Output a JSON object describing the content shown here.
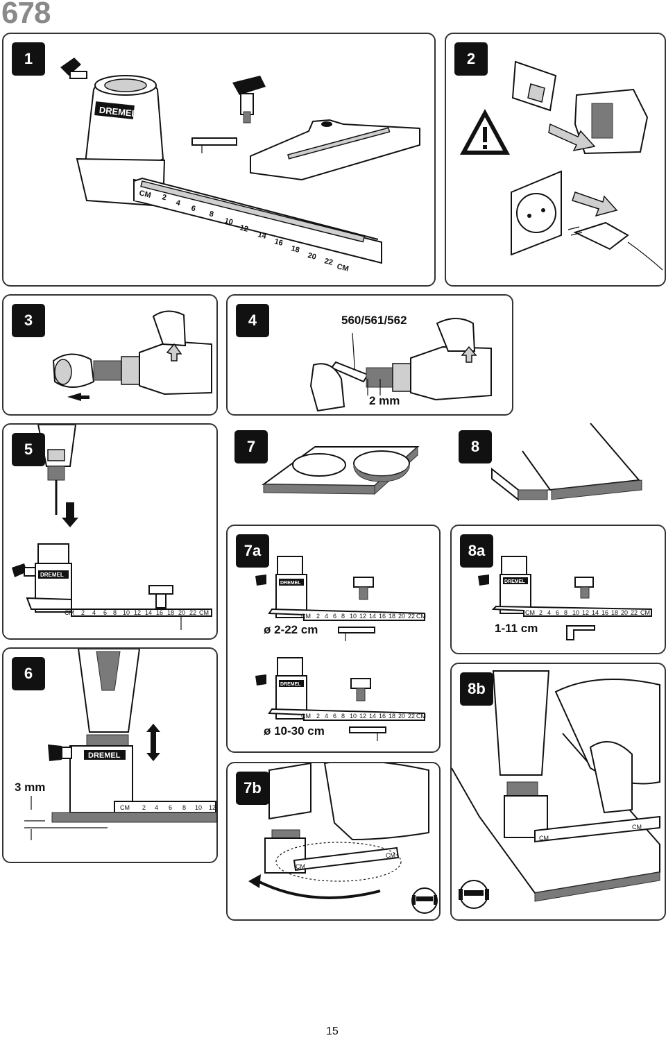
{
  "header": {
    "model": "678"
  },
  "panels": {
    "p1": {
      "badge": "1"
    },
    "p2": {
      "badge": "2"
    },
    "p3": {
      "badge": "3"
    },
    "p4": {
      "badge": "4",
      "bit_codes": "560/561/562",
      "length": "2 mm"
    },
    "p5": {
      "badge": "5"
    },
    "p7": {
      "badge": "7"
    },
    "p8": {
      "badge": "8"
    },
    "p7a": {
      "badge": "7a",
      "range_small": "ø 2-22 cm",
      "range_large": "ø 10-30 cm"
    },
    "p8a": {
      "badge": "8a",
      "range": "1-11 cm"
    },
    "p6": {
      "badge": "6",
      "depth": "3 mm"
    },
    "p8b": {
      "badge": "8b"
    },
    "p7b": {
      "badge": "7b"
    }
  },
  "brand": "DREMEL",
  "ruler_unit": "CM",
  "footer": {
    "page_number": "15"
  },
  "icons": [
    "warning-icon",
    "power-socket-icon",
    "power-plug-icon",
    "safety-goggles-ear-protection-icon",
    "rotation-arrow-icon"
  ]
}
